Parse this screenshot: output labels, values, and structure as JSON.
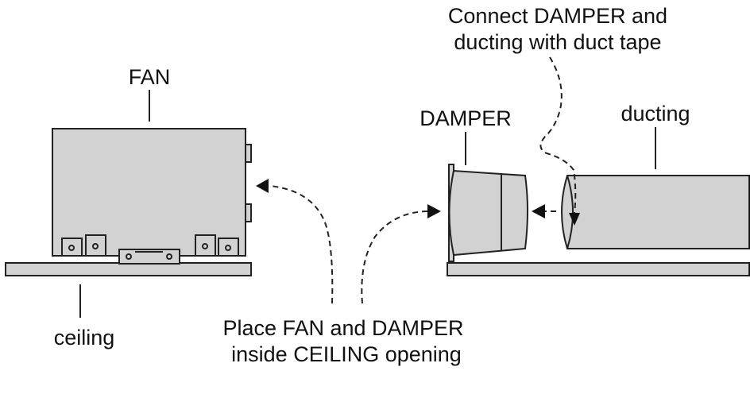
{
  "labels": {
    "fan": "FAN",
    "damper": "DAMPER",
    "ducting": "ducting",
    "ceiling": "ceiling",
    "connect_line1": "Connect DAMPER and",
    "connect_line2": "ducting with duct tape",
    "place_line1": "Place FAN and DAMPER",
    "place_line2": "inside CEILING opening"
  },
  "colors": {
    "part_fill": "#d2d2d2",
    "stroke": "#222222"
  }
}
